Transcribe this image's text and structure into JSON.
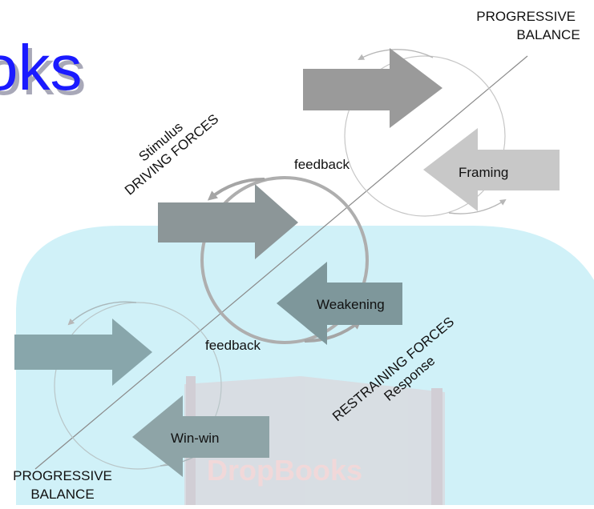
{
  "title_fragment": "oks",
  "labels": {
    "progressive_balance_top_1": "PROGRESSIVE",
    "progressive_balance_top_2": "BALANCE",
    "progressive_balance_bottom_1": "PROGRESSIVE",
    "progressive_balance_bottom_2": "BALANCE",
    "driving_forces_1": "Stimulus",
    "driving_forces_2": "DRIVING FORCES",
    "restraining_forces_1": "RESTRAINING FORCES",
    "restraining_forces_2": "Response",
    "feedback_top": "feedback",
    "feedback_bottom": "feedback"
  },
  "arrows": {
    "framing": "Framing",
    "weakening": "Weakening",
    "win_win": "Win-win"
  },
  "watermark": "DropBooks",
  "colors": {
    "title_blue": "#1a1aff",
    "panel_cyan": "#cbeff7",
    "arrow_dark": "#8f9a9c",
    "arrow_light": "#c9c9c9",
    "arrow_teal": "#7e9ea4"
  }
}
